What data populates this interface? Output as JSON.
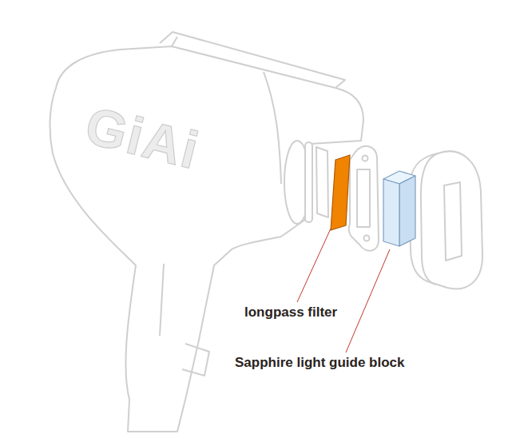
{
  "diagram": {
    "labels": [
      "GiAi",
      "longpass filter",
      "Sapphire light guide block"
    ]
  }
}
